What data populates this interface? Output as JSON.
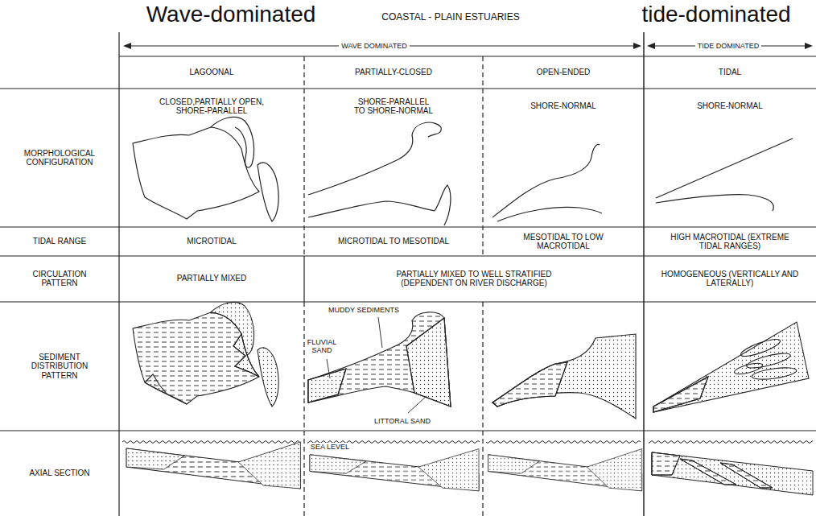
{
  "diagram": {
    "title": "COASTAL - PLAIN ESTUARIES",
    "labels": [
      "Wave-dominated",
      "tide-dominated",
      "WAVE DOMINATED",
      "TIDE DOMINATED",
      "LAGOONAL",
      "PARTIALLY-CLOSED",
      "OPEN-ENDED",
      "TIDAL",
      "MORPHOLOGICAL CONFIGURATION",
      "CLOSED,PARTIALLY OPEN, SHORE-PARALLEL",
      "SHORE-PARALLEL TO SHORE-NORMAL",
      "SHORE-NORMAL",
      "SHORE-NORMAL",
      "TIDAL RANGE",
      "MICROTIDAL",
      "MICROTIDAL TO MESOTIDAL",
      "MESOTIDAL TO LOW MACROTIDAL",
      "HIGH MACROTIDAL (EXTREME TIDAL RANGES)",
      "CIRCULATION PATTERN",
      "PARTIALLY MIXED",
      "PARTIALLY MIXED TO WELL STRATIFIED (DEPENDENT ON RIVER DISCHARGE)",
      "HOMOGENEOUS (VERTICALLY AND LATERALLY)",
      "SEDIMENT DISTRIBUTION PATTERN",
      "AXIAL SECTION",
      "MUDDY SEDIMENTS",
      "FLUVIAL SAND",
      "LITTORAL SAND",
      "SEA LEVEL"
    ]
  }
}
